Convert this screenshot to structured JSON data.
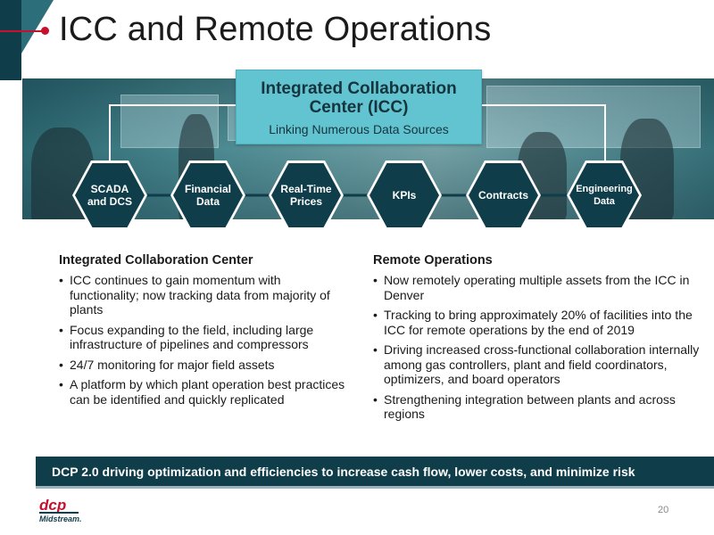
{
  "slide": {
    "title": "ICC and Remote Operations",
    "page_number": "20"
  },
  "icc_box": {
    "title": "Integrated Collaboration Center (ICC)",
    "subtitle": "Linking Numerous Data Sources"
  },
  "data_sources": [
    {
      "label": "SCADA and DCS"
    },
    {
      "label": "Financial Data"
    },
    {
      "label": "Real-Time Prices"
    },
    {
      "label": "KPIs"
    },
    {
      "label": "Contracts"
    },
    {
      "label": "Engineering Data"
    }
  ],
  "left_column": {
    "heading": "Integrated Collaboration Center",
    "bullets": [
      "ICC continues to gain momentum with functionality; now tracking data from majority of plants",
      "Focus expanding to the field, including large infrastructure of pipelines and compressors",
      "24/7 monitoring for major field assets",
      "A platform by which plant operation best practices can be identified and quickly replicated"
    ]
  },
  "right_column": {
    "heading": "Remote Operations",
    "bullets": [
      "Now remotely operating multiple assets from the ICC in Denver",
      "Tracking to bring approximately 20% of facilities into the ICC for remote operations by the end of 2019",
      "Driving increased cross-functional collaboration internally among gas controllers, plant and field coordinators, optimizers, and board operators",
      "Strengthening integration between plants and across regions"
    ]
  },
  "footer": {
    "banner_text": "DCP 2.0 driving optimization and efficiencies to increase cash flow, lower costs, and minimize risk"
  },
  "logo": {
    "icon": "dcp-midstream-logo",
    "text": "dcp Midstream"
  },
  "colors": {
    "dark_teal": "#0f3d4a",
    "light_teal": "#62c4d0",
    "accent_red": "#c8102e"
  }
}
